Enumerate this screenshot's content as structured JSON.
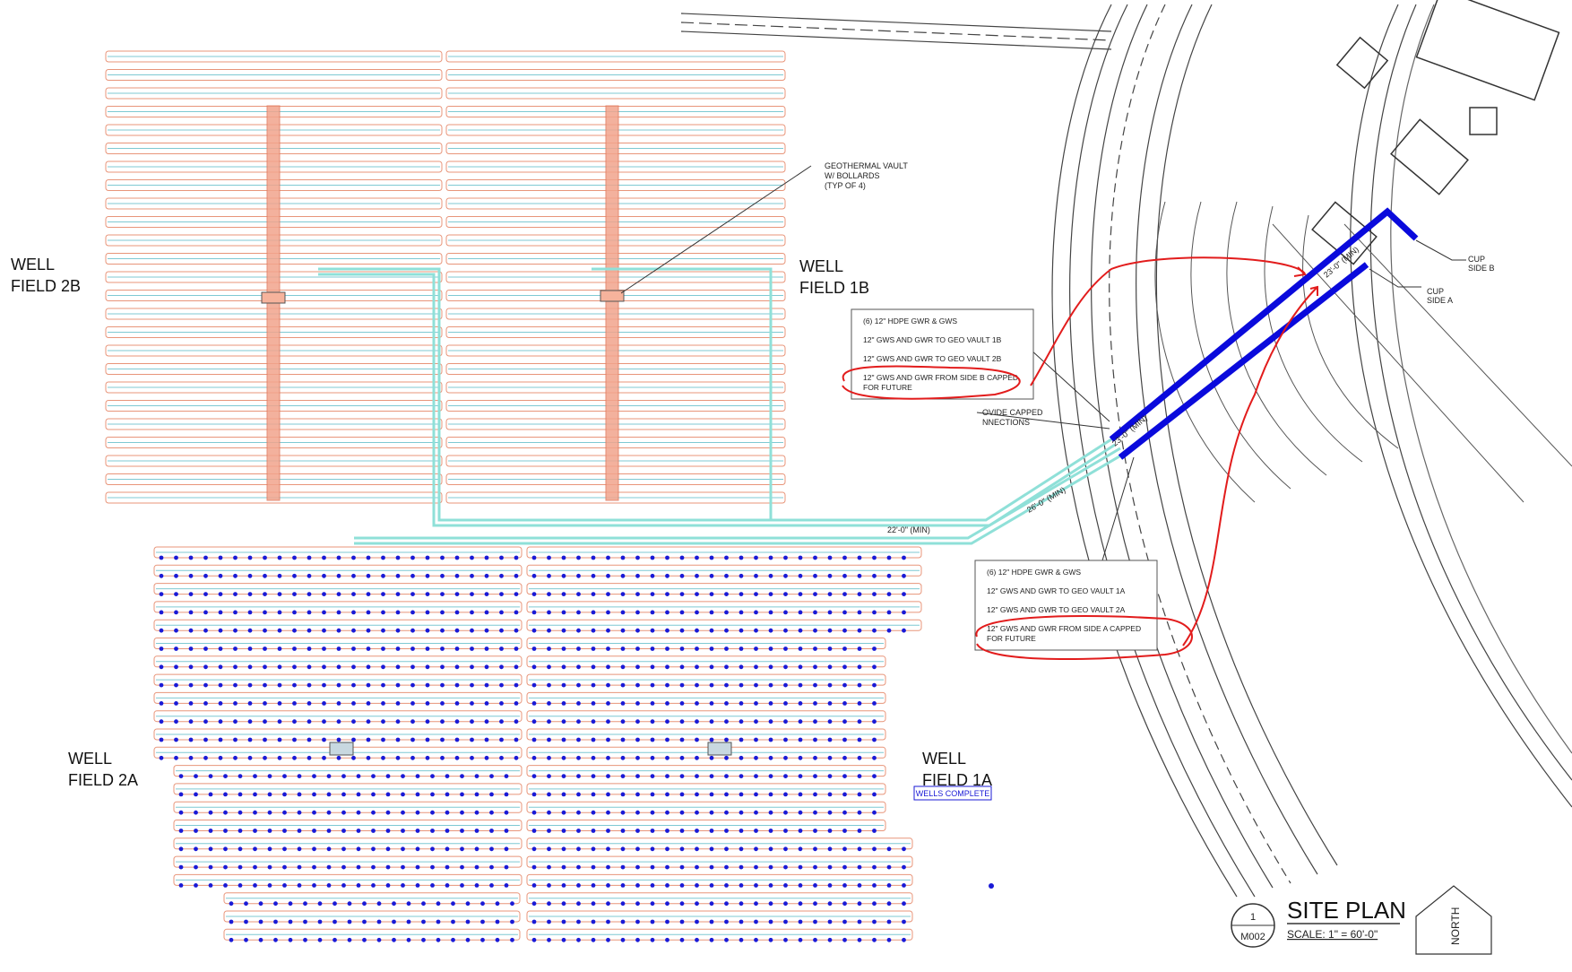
{
  "fields": {
    "f2b": [
      "WELL",
      "FIELD 2B"
    ],
    "f1b": [
      "WELL",
      "FIELD 1B"
    ],
    "f2a": [
      "WELL",
      "FIELD 2A"
    ],
    "f1a": [
      "WELL",
      "FIELD 1A"
    ]
  },
  "wells_complete": "WELLS COMPLETE",
  "vault_note": [
    "GEOTHERMAL VAULT",
    "W/  BOLLARDS",
    "(TYP OF 4)"
  ],
  "note_b": [
    "(6) 12\" HDPE GWR & GWS",
    "12\" GWS AND GWR TO GEO VAULT 1B",
    "12\" GWS AND GWR TO GEO VAULT 2B",
    "12\" GWS AND GWR FROM SIDE B CAPPED",
    "FOR FUTURE"
  ],
  "note_a": [
    "(6) 12\" HDPE GWR & GWS",
    "12\" GWS AND GWR TO GEO VAULT 1A",
    "12\" GWS AND GWR TO GEO VAULT 2A",
    "12\" GWS AND GWR FROM SIDE A CAPPED",
    "FOR FUTURE"
  ],
  "provide_note": [
    "OVIDE CAPPED",
    "NNECTIONS"
  ],
  "cup_b": [
    "CUP",
    "SIDE B"
  ],
  "cup_a": [
    "CUP",
    "SIDE A"
  ],
  "dims": {
    "d1": "23'-0\" (MIN)",
    "d2": "23'-0\" (MIN)",
    "d3": "26'-0\" (MIN)",
    "d4": "22'-0\" (MIN)"
  },
  "title_block": {
    "number": "1",
    "sheet": "M002",
    "title": "SITE PLAN",
    "scale": "SCALE: 1\" = 60'-0\"",
    "north": "NORTH"
  },
  "colors": {
    "pipe_supply": "#e8957a",
    "pipe_return": "#7fc9d3",
    "header_cyan": "#8fe0d8",
    "well_dot": "#1a1ad6",
    "main_blue": "#0a0adc",
    "markup_red": "#e21c1c",
    "linework": "#333333"
  }
}
